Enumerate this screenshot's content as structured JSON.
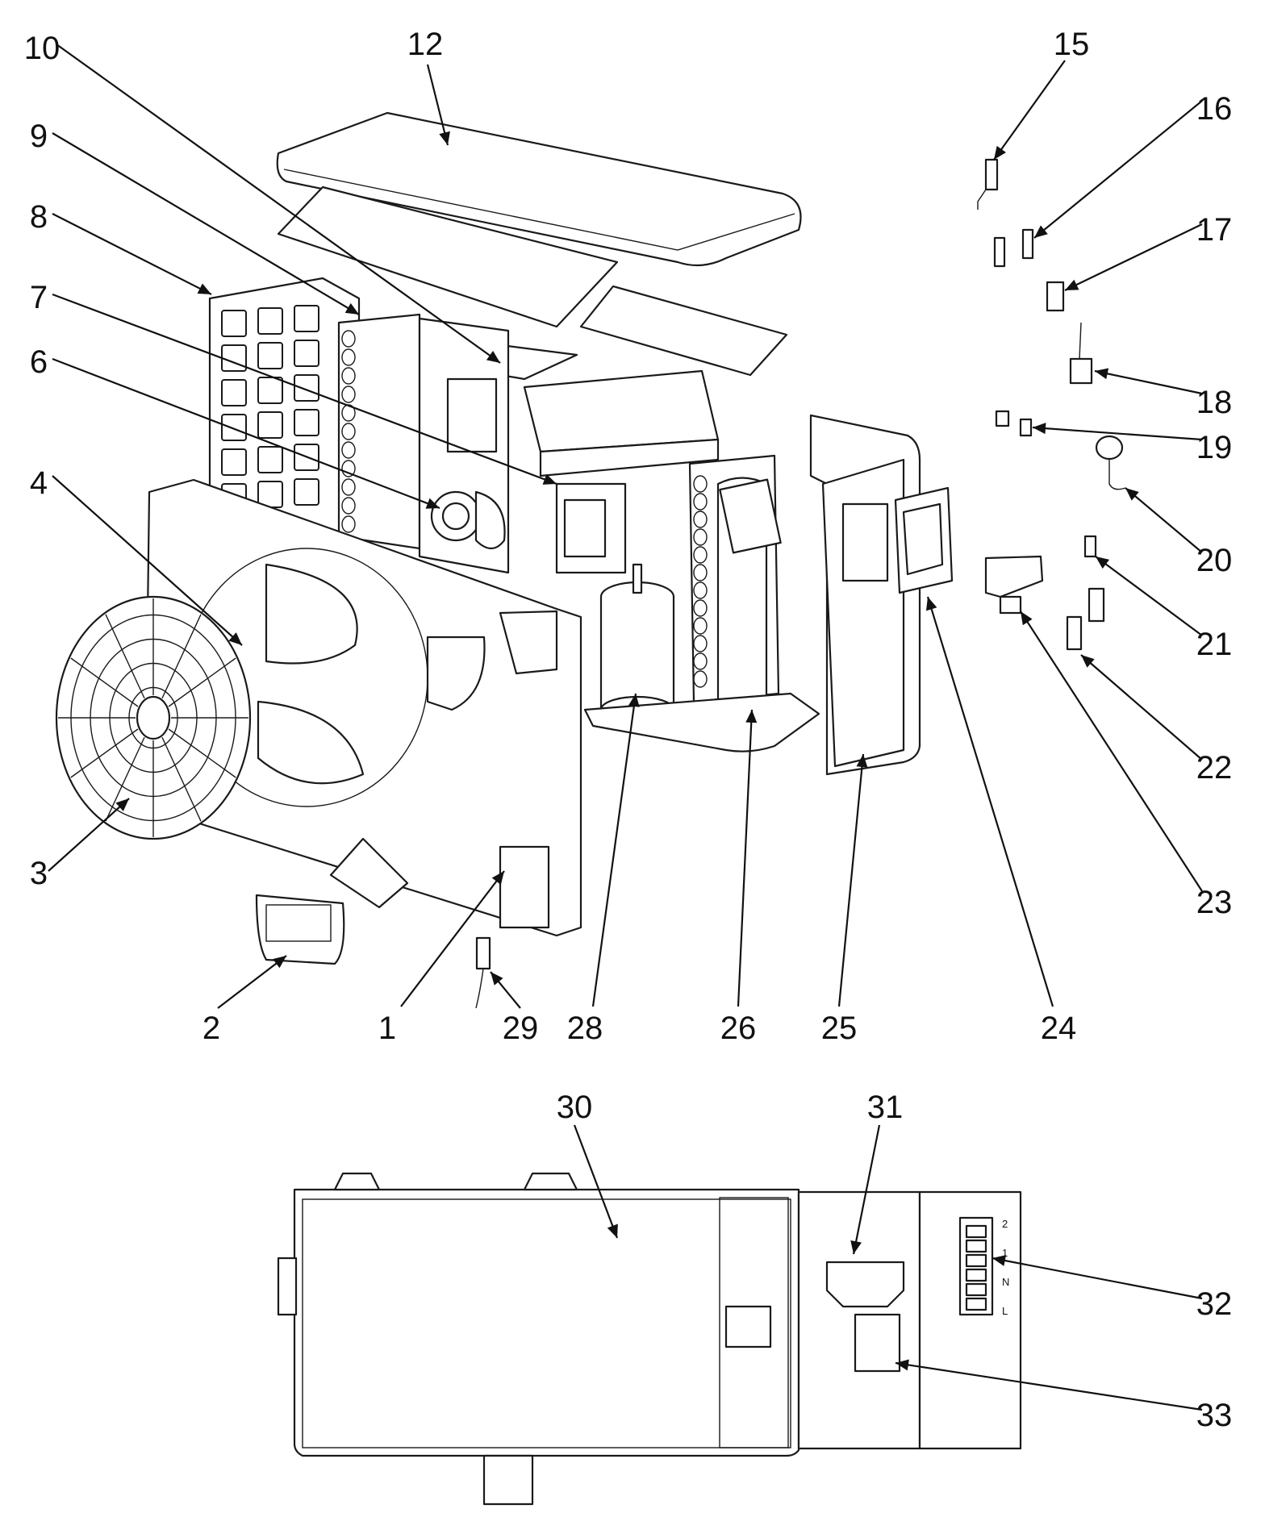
{
  "diagram": {
    "callouts": [
      {
        "id": "1",
        "label": "1"
      },
      {
        "id": "2",
        "label": "2"
      },
      {
        "id": "3",
        "label": "3"
      },
      {
        "id": "4",
        "label": "4"
      },
      {
        "id": "6",
        "label": "6"
      },
      {
        "id": "7",
        "label": "7"
      },
      {
        "id": "8",
        "label": "8"
      },
      {
        "id": "9",
        "label": "9"
      },
      {
        "id": "10",
        "label": "10"
      },
      {
        "id": "12",
        "label": "12"
      },
      {
        "id": "15",
        "label": "15"
      },
      {
        "id": "16",
        "label": "16"
      },
      {
        "id": "17",
        "label": "17"
      },
      {
        "id": "18",
        "label": "18"
      },
      {
        "id": "19",
        "label": "19"
      },
      {
        "id": "20",
        "label": "20"
      },
      {
        "id": "21",
        "label": "21"
      },
      {
        "id": "22",
        "label": "22"
      },
      {
        "id": "23",
        "label": "23"
      },
      {
        "id": "24",
        "label": "24"
      },
      {
        "id": "25",
        "label": "25"
      },
      {
        "id": "26",
        "label": "26"
      },
      {
        "id": "28",
        "label": "28"
      },
      {
        "id": "29",
        "label": "29"
      },
      {
        "id": "30",
        "label": "30"
      },
      {
        "id": "31",
        "label": "31"
      },
      {
        "id": "32",
        "label": "32"
      },
      {
        "id": "33",
        "label": "33"
      }
    ],
    "terminal_marks": [
      "2",
      "1",
      "N",
      "L"
    ],
    "colors": {
      "line": "#1a1a1a",
      "background": "#ffffff"
    }
  }
}
